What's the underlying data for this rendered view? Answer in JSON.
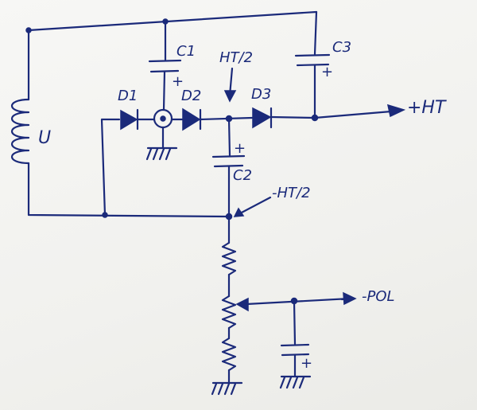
{
  "labels": {
    "c1": "C1",
    "c2": "C2",
    "c3": "C3",
    "d1": "D1",
    "d2": "D2",
    "d3": "D3",
    "u": "U",
    "ht_half_top": "HT/2",
    "ht_half_mid": "-HT/2",
    "plus_ht": "+HT",
    "pol": "-POL",
    "plus_c1": "+",
    "plus_c2": "+",
    "plus_c3": "+",
    "plus_pol_cap": "+"
  },
  "colors": {
    "ink": "#1b2a7a",
    "paper": "#f4f4f1"
  }
}
